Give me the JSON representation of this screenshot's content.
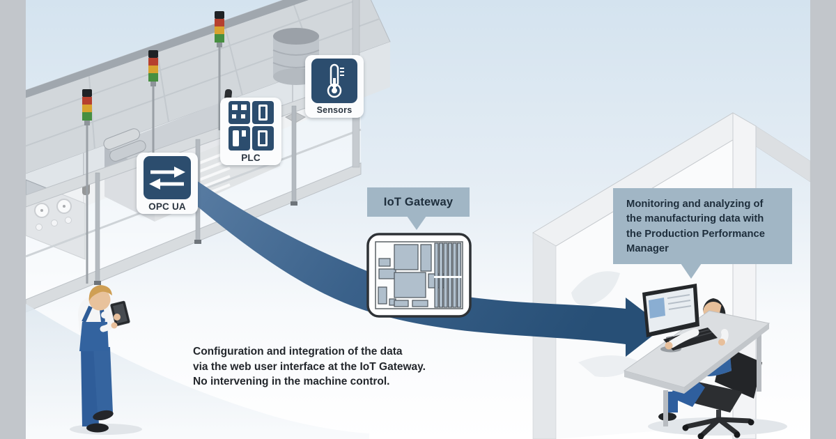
{
  "cards": {
    "opc_ua": "OPC UA",
    "plc": "PLC",
    "sensors": "Sensors"
  },
  "gateway": {
    "label": "IoT Gateway"
  },
  "bubble": {
    "lines": [
      "Monitoring and analyzing of",
      "the manufacturing data with",
      "the Production Performance",
      "Manager"
    ]
  },
  "caption": {
    "lines": [
      "Configuration and integration of the data",
      "via the web user interface at the IoT Gateway.",
      "No intervening in the machine control."
    ]
  },
  "colors": {
    "letterbox_gray": "#c2c6cb",
    "sky_blue": "#d4e3ef",
    "icon_navy": "#2c4d6e",
    "callout_blue_gray": "#a1b6c5",
    "arrow_blue_dark": "#274f76",
    "arrow_blue_light": "#587ba2",
    "overalls_blue": "#33639f",
    "signal_red": "#b6402f",
    "signal_yellow": "#d8a32f",
    "signal_green": "#478f41"
  }
}
